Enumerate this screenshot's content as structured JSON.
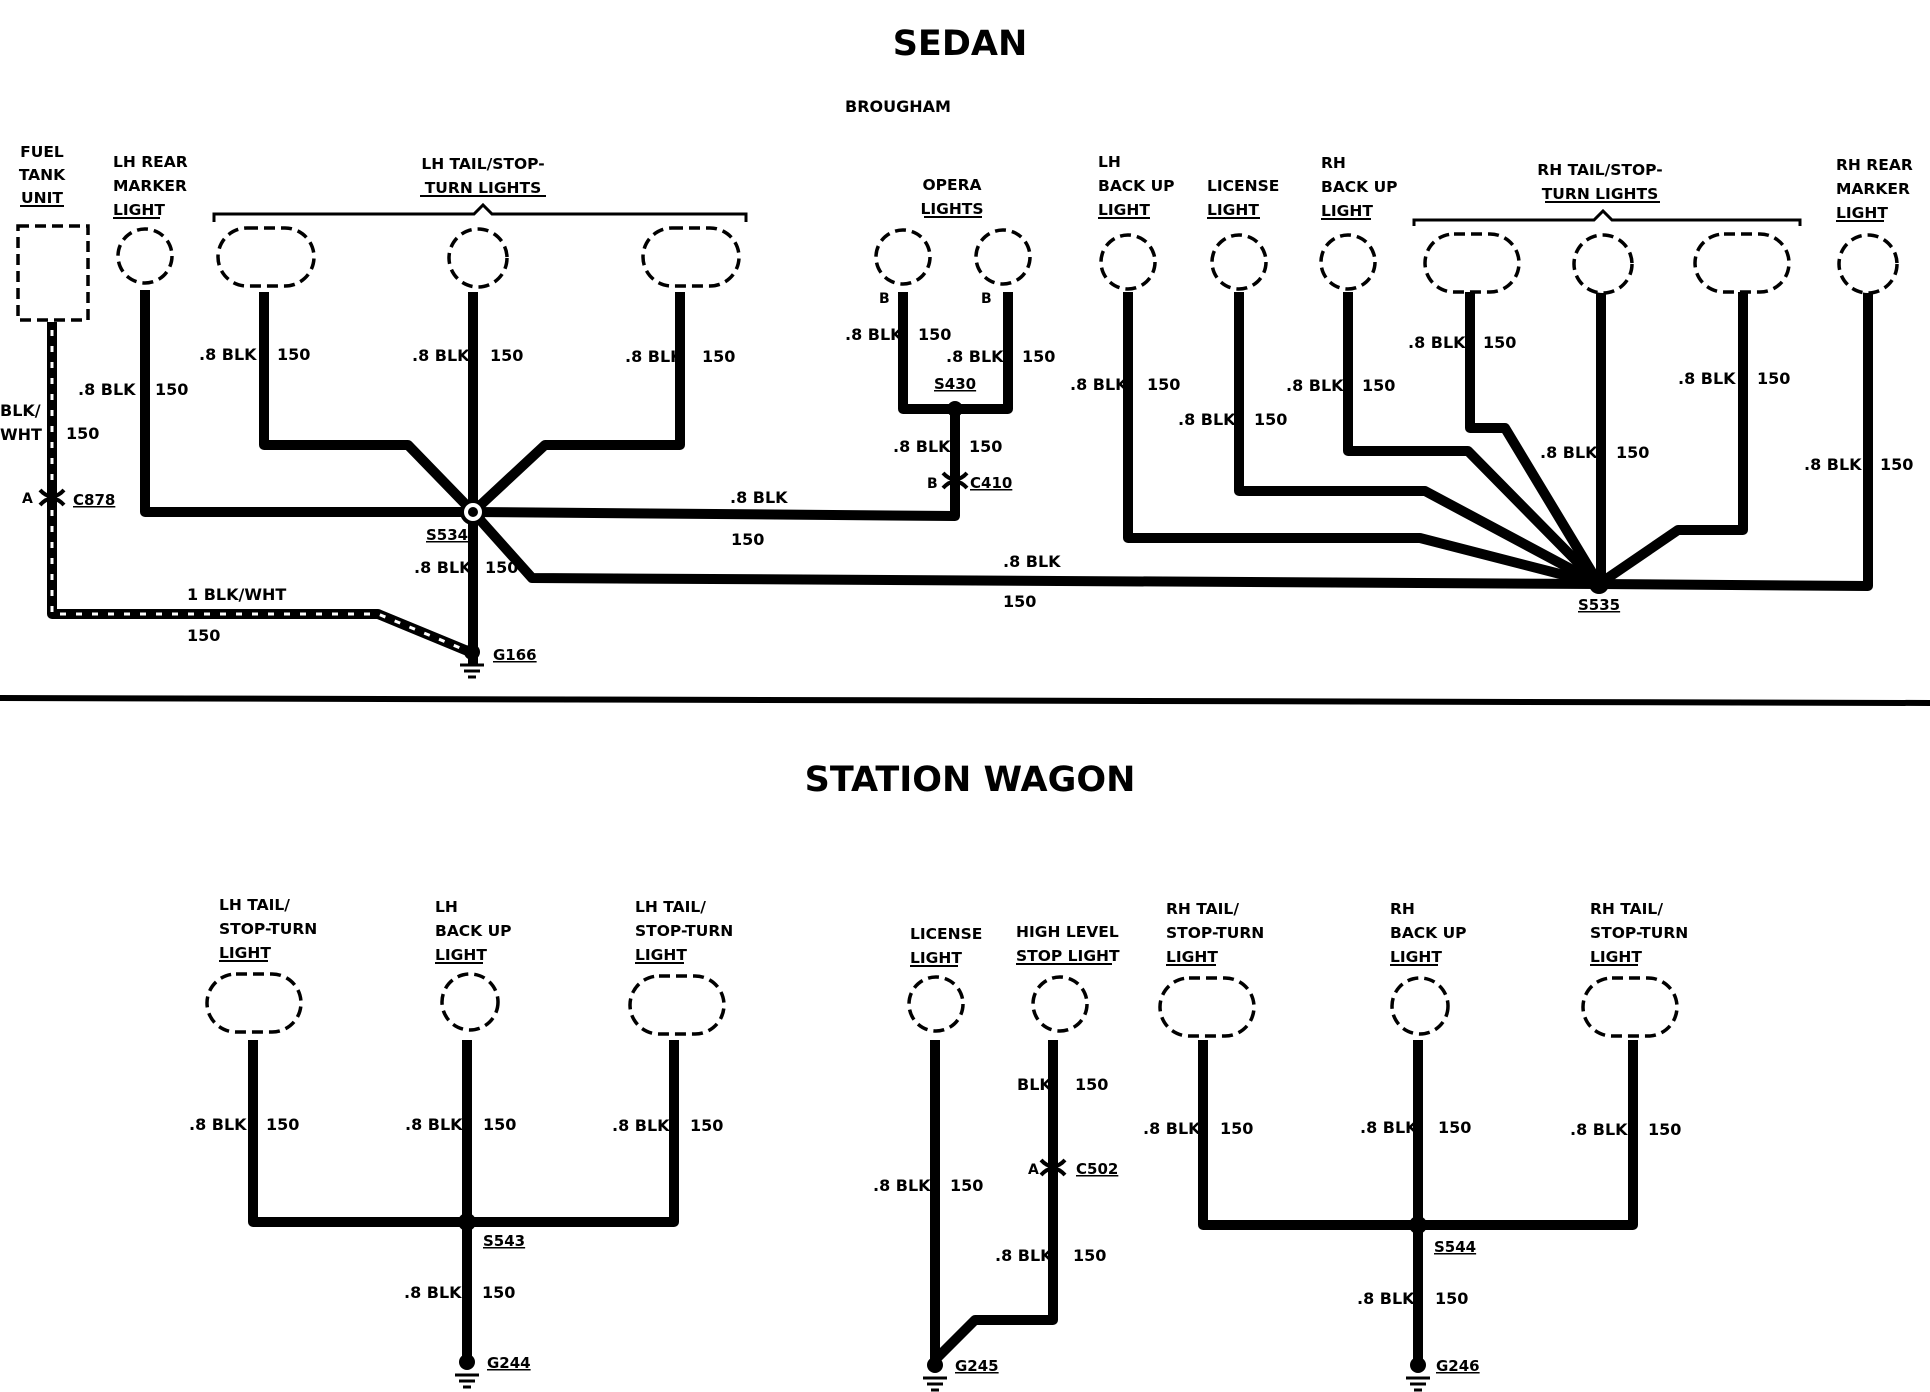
{
  "sedan": {
    "title": "SEDAN",
    "subtitle": "BROUGHAM",
    "components": {
      "fuel_tank": [
        "FUEL",
        "TANK",
        "UNIT"
      ],
      "lh_rear_marker": [
        "LH REAR",
        "MARKER",
        "LIGHT"
      ],
      "lh_tail": [
        "LH TAIL/STOP-",
        "TURN LIGHTS"
      ],
      "opera": [
        "OPERA",
        "LIGHTS"
      ],
      "lh_backup": [
        "LH",
        "BACK UP",
        "LIGHT"
      ],
      "license": [
        "LICENSE",
        "LIGHT"
      ],
      "rh_backup": [
        "RH",
        "BACK UP",
        "LIGHT"
      ],
      "rh_tail": [
        "RH TAIL/STOP-",
        "TURN LIGHTS"
      ],
      "rh_rear_marker": [
        "RH REAR",
        "MARKER",
        "LIGHT"
      ]
    },
    "refs": {
      "c878": "C878",
      "c878_pin": "A",
      "s534": "S534",
      "g166": "G166",
      "s430": "S430",
      "c410": "C410",
      "c410_pin": "B",
      "opera_pin_1": "B",
      "opera_pin_2": "B",
      "s535": "S535"
    },
    "wires": {
      "fuel_color": "BLK/",
      "fuel_color_2": "WHT",
      "fuel_circuit": "150",
      "blk": ".8 BLK",
      "circuit": "150",
      "ground_wire": "1 BLK/WHT"
    }
  },
  "wagon": {
    "title": "STATION WAGON",
    "components": {
      "lh_tail": [
        "LH TAIL/",
        "STOP-TURN",
        "LIGHT"
      ],
      "lh_backup": [
        "LH",
        "BACK UP",
        "LIGHT"
      ],
      "lh_tail_2": [
        "LH TAIL/",
        "STOP-TURN",
        "LIGHT"
      ],
      "license": [
        "LICENSE",
        "LIGHT"
      ],
      "high_level": [
        "HIGH LEVEL",
        "STOP LIGHT"
      ],
      "rh_tail": [
        "RH TAIL/",
        "STOP-TURN",
        "LIGHT"
      ],
      "rh_backup": [
        "RH",
        "BACK UP",
        "LIGHT"
      ],
      "rh_tail_2": [
        "RH TAIL/",
        "STOP-TURN",
        "LIGHT"
      ]
    },
    "refs": {
      "s543": "S543",
      "g244": "G244",
      "g245": "G245",
      "c502": "C502",
      "c502_pin": "A",
      "s544": "S544",
      "g246": "G246"
    },
    "wires": {
      "blk": ".8 BLK",
      "blk_plain": "BLK",
      "circuit": "150"
    }
  }
}
